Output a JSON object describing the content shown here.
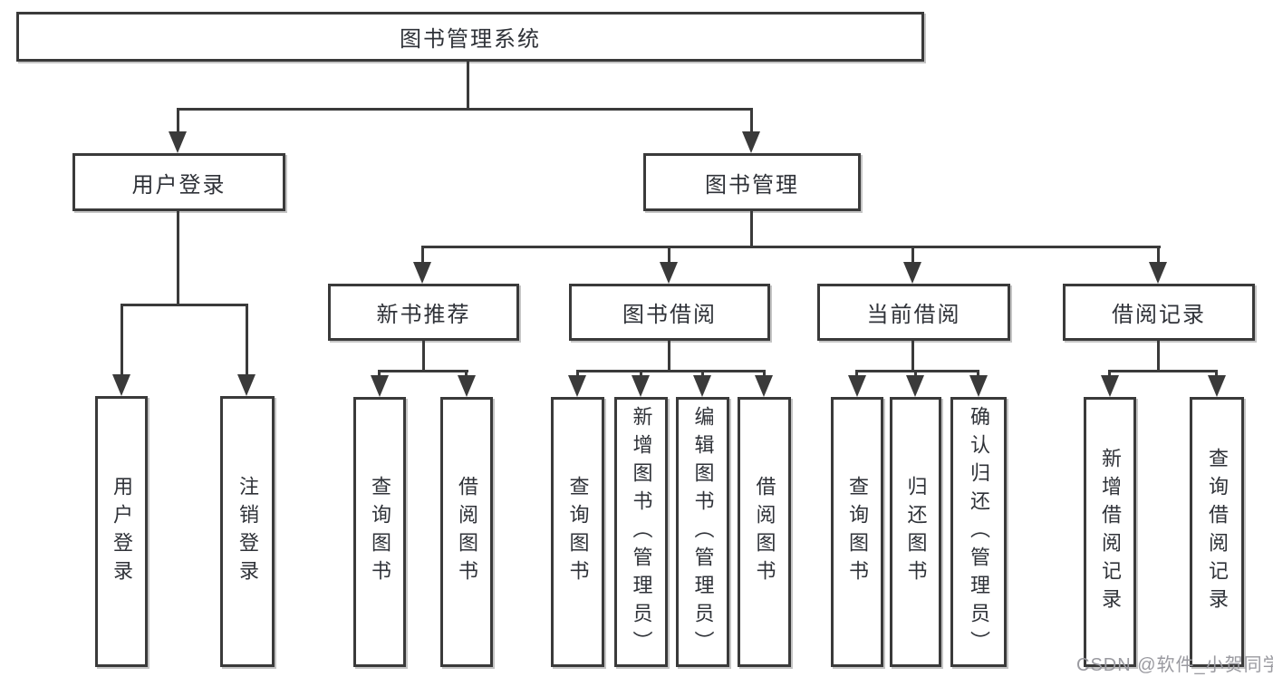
{
  "tree": {
    "root": "图书管理系统",
    "branches": [
      {
        "label": "用户登录",
        "children": [
          "用户登录",
          "注销登录"
        ]
      },
      {
        "label": "图书管理",
        "groups": [
          {
            "label": "新书推荐",
            "children": [
              "查询图书",
              "借阅图书"
            ]
          },
          {
            "label": "图书借阅",
            "children": [
              "查询图书",
              "新增图书（管理员）",
              "编辑图书（管理员）",
              "借阅图书"
            ]
          },
          {
            "label": "当前借阅",
            "children": [
              "查询图书",
              "归还图书",
              "确认归还（管理员）"
            ]
          },
          {
            "label": "借阅记录",
            "children": [
              "新增借阅记录",
              "查询借阅记录"
            ]
          }
        ]
      }
    ]
  },
  "watermark": "CSDN @软件_小贺同学",
  "colors": {
    "line": "#3a3a3a",
    "box_fill": "#ffffff",
    "text": "#2f3238",
    "watermark": "#9a9aa0",
    "background": "#ffffff"
  }
}
